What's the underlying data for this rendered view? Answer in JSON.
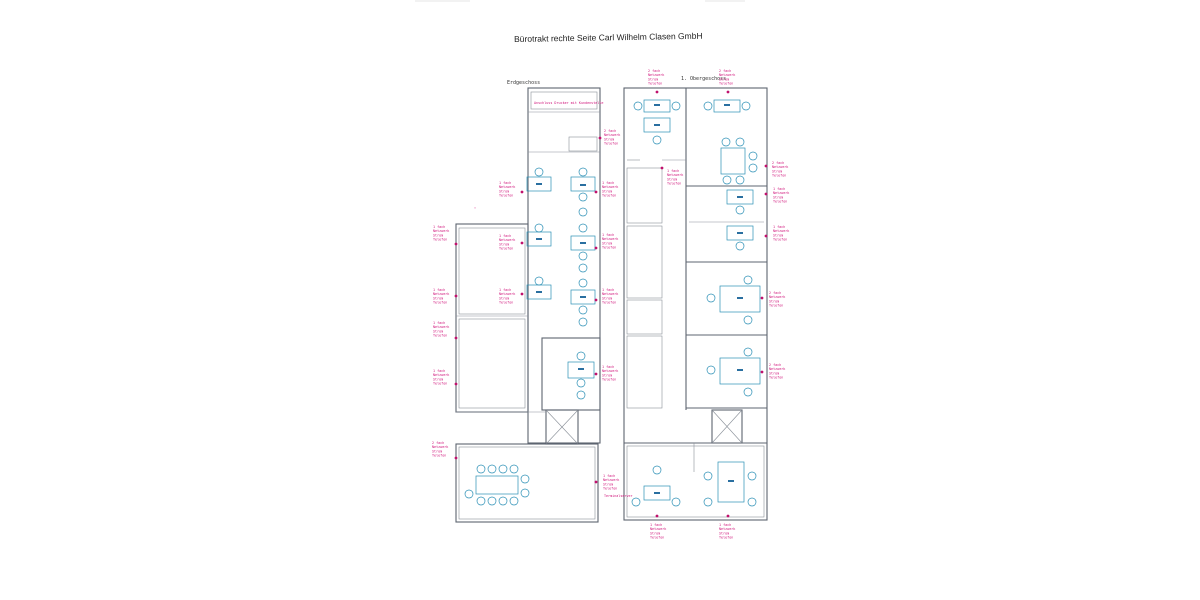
{
  "document": {
    "title": "Bürotrakt rechte Seite Carl Wilhelm Clasen GmbH"
  },
  "plan": {
    "ground_floor_label": "Erdgeschoss",
    "upper_floor_label": "1. Obergeschoss",
    "stair_note": "Anschluss Drucker mit Kundenstelle",
    "terminal_label": "Terminalserver",
    "outlet_label_lines": [
      "1 fach",
      "Netzwerk",
      "Strom",
      "Telefon"
    ],
    "outlet_label_lines_2": [
      "2 fach",
      "Netzwerk",
      "Strom",
      "Telefon"
    ]
  },
  "colors": {
    "annotation": "#d0137a",
    "walls": "#5d6470",
    "furniture": "#2a8fb5"
  }
}
